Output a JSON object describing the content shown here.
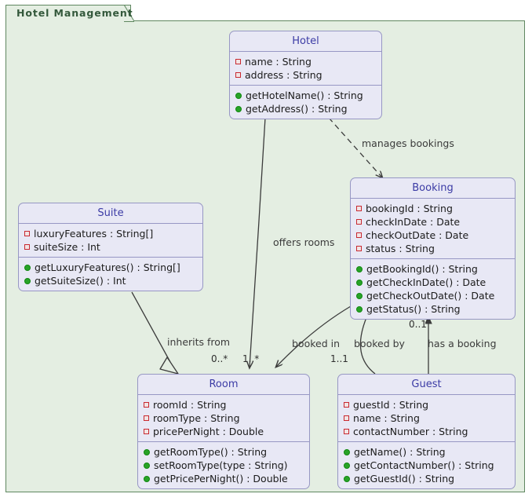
{
  "package": {
    "title": "Hotel Management"
  },
  "colors": {
    "package_background": "#E4EEE2",
    "package_border": "#5F8760",
    "package_title": "#33583B",
    "class_background": "#E8E8F5",
    "class_border": "#9797C4",
    "class_title": "#3B3BA5",
    "private_marker": "#C82930",
    "public_marker": "#29A329",
    "edge": "#3B3B3B"
  },
  "classes": [
    {
      "name": "Hotel",
      "attributes": [
        {
          "visibility": "private",
          "label": "name : String"
        },
        {
          "visibility": "private",
          "label": "address : String"
        }
      ],
      "methods": [
        {
          "visibility": "public",
          "label": "getHotelName() : String"
        },
        {
          "visibility": "public",
          "label": "getAddress() : String"
        }
      ]
    },
    {
      "name": "Booking",
      "attributes": [
        {
          "visibility": "private",
          "label": "bookingId : String"
        },
        {
          "visibility": "private",
          "label": "checkInDate : Date"
        },
        {
          "visibility": "private",
          "label": "checkOutDate : Date"
        },
        {
          "visibility": "private",
          "label": "status : String"
        }
      ],
      "methods": [
        {
          "visibility": "public",
          "label": "getBookingId() : String"
        },
        {
          "visibility": "public",
          "label": "getCheckInDate() : Date"
        },
        {
          "visibility": "public",
          "label": "getCheckOutDate() : Date"
        },
        {
          "visibility": "public",
          "label": "getStatus() : String"
        }
      ]
    },
    {
      "name": "Suite",
      "attributes": [
        {
          "visibility": "private",
          "label": "luxuryFeatures : String[]"
        },
        {
          "visibility": "private",
          "label": "suiteSize : Int"
        }
      ],
      "methods": [
        {
          "visibility": "public",
          "label": "getLuxuryFeatures() : String[]"
        },
        {
          "visibility": "public",
          "label": "getSuiteSize() : Int"
        }
      ]
    },
    {
      "name": "Room",
      "attributes": [
        {
          "visibility": "private",
          "label": "roomId : String"
        },
        {
          "visibility": "private",
          "label": "roomType : String"
        },
        {
          "visibility": "private",
          "label": "pricePerNight : Double"
        }
      ],
      "methods": [
        {
          "visibility": "public",
          "label": "getRoomType() : String"
        },
        {
          "visibility": "public",
          "label": "setRoomType(type : String)"
        },
        {
          "visibility": "public",
          "label": "getPricePerNight() : Double"
        }
      ]
    },
    {
      "name": "Guest",
      "attributes": [
        {
          "visibility": "private",
          "label": "guestId : String"
        },
        {
          "visibility": "private",
          "label": "name : String"
        },
        {
          "visibility": "private",
          "label": "contactNumber : String"
        }
      ],
      "methods": [
        {
          "visibility": "public",
          "label": "getName() : String"
        },
        {
          "visibility": "public",
          "label": "getContactNumber() : String"
        },
        {
          "visibility": "public",
          "label": "getGuestId() : String"
        }
      ]
    }
  ],
  "relationships": [
    {
      "from": "Hotel",
      "to": "Booking",
      "type": "dependency",
      "label": "manages bookings",
      "source_multiplicity": "",
      "target_multiplicity": ""
    },
    {
      "from": "Hotel",
      "to": "Room",
      "type": "association",
      "label": "offers rooms",
      "source_multiplicity": "",
      "target_multiplicity": "0..*"
    },
    {
      "from": "Booking",
      "to": "Room",
      "type": "association",
      "label": "booked in",
      "source_multiplicity": "",
      "target_multiplicity": "1..*"
    },
    {
      "from": "Booking",
      "to": "Guest",
      "type": "aggregation",
      "label": "booked by",
      "source_multiplicity": "",
      "target_multiplicity": "1..1"
    },
    {
      "from": "Guest",
      "to": "Booking",
      "type": "association",
      "label": "has a booking",
      "source_multiplicity": "",
      "target_multiplicity": "0..1"
    },
    {
      "from": "Suite",
      "to": "Room",
      "type": "generalization",
      "label": "inherits from",
      "source_multiplicity": "",
      "target_multiplicity": ""
    }
  ],
  "edge_labels": {
    "manages_bookings": "manages bookings",
    "offers_rooms": "offers rooms",
    "booked_in": "booked in",
    "booked_by": "booked by",
    "has_a_booking": "has a booking",
    "inherits_from": "inherits from",
    "mult_0_star": "0..*",
    "mult_1_star": "1..*",
    "mult_1_1": "1..1",
    "mult_0_1": "0..1"
  }
}
